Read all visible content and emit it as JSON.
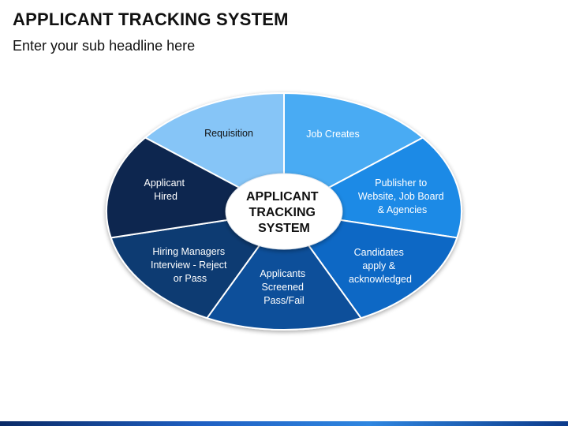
{
  "header": {
    "title": "APPLICANT TRACKING SYSTEM",
    "subtitle": "Enter your sub headline here"
  },
  "diagram": {
    "center": {
      "lines": [
        "APPLICANT",
        "TRACKING",
        "SYSTEM"
      ]
    },
    "segments": [
      {
        "id": "requisition",
        "lines": [
          "Requisition"
        ],
        "color": "#86c5f7",
        "text_color": "#111111"
      },
      {
        "id": "job-creates",
        "lines": [
          "Job Creates"
        ],
        "color": "#4aabf3",
        "text_color": "#ffffff"
      },
      {
        "id": "publisher",
        "lines": [
          "Publisher to",
          "Website, Job Board",
          "& Agencies"
        ],
        "color": "#1e8ae6",
        "text_color": "#ffffff"
      },
      {
        "id": "candidates",
        "lines": [
          "Candidates",
          "apply &",
          "acknowledged"
        ],
        "color": "#0a68c5",
        "text_color": "#ffffff"
      },
      {
        "id": "screened",
        "lines": [
          "Applicants",
          "Screened",
          "Pass/Fail"
        ],
        "color": "#0a4f9a",
        "text_color": "#ffffff"
      },
      {
        "id": "interview",
        "lines": [
          "Hiring Managers",
          "Interview - Reject",
          "or Pass"
        ],
        "color": "#0d3a72",
        "text_color": "#ffffff"
      },
      {
        "id": "hired",
        "lines": [
          "Applicant",
          "Hired"
        ],
        "color": "#0a2750",
        "text_color": "#ffffff"
      }
    ]
  }
}
